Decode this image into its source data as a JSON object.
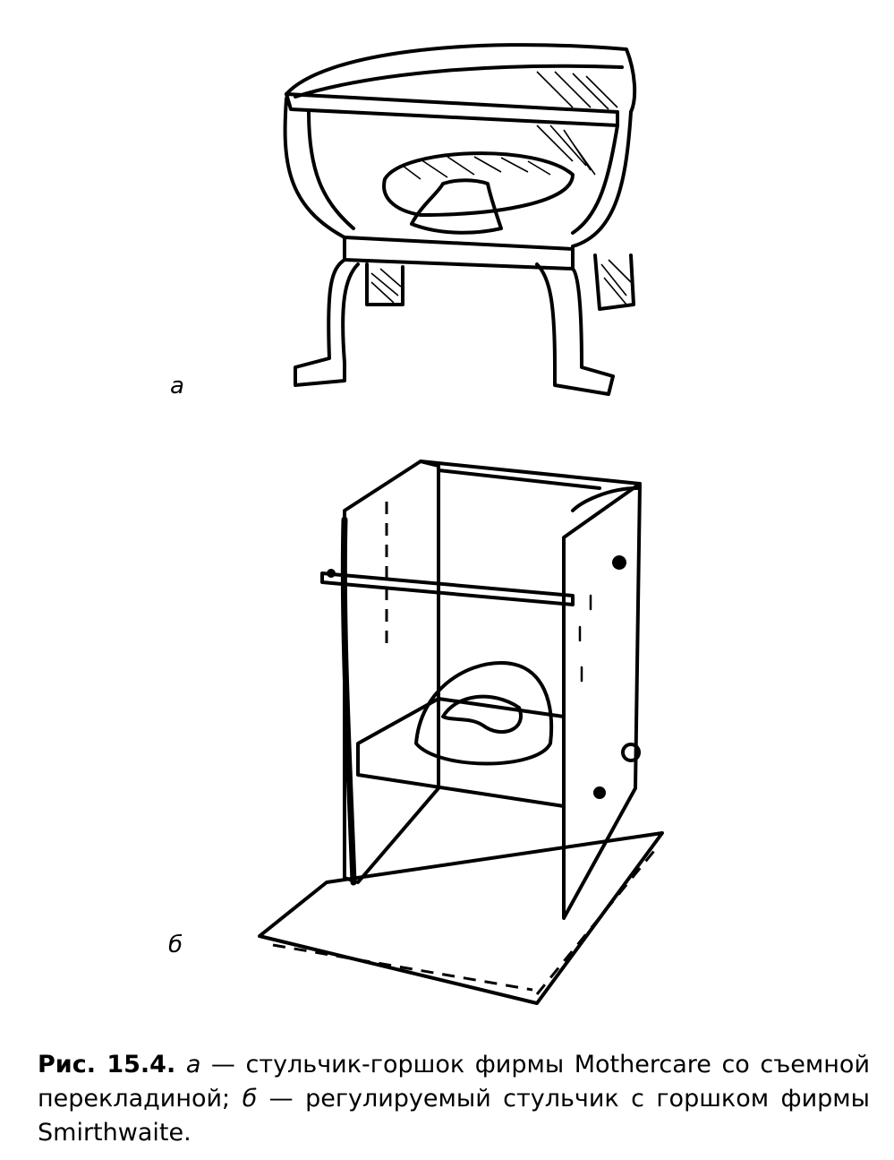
{
  "figure": {
    "label_a": "а",
    "label_b": "б"
  },
  "caption": {
    "fig_num": "Рис. 15.4.",
    "part_a_letter": "а",
    "part_a_text": " — стульчик-горшок фирмы Mothercare со съемной перекладиной;",
    "part_b_letter": "б",
    "part_b_text": " — регулируемый стульчик с горшком фирмы Smirthwaite."
  }
}
